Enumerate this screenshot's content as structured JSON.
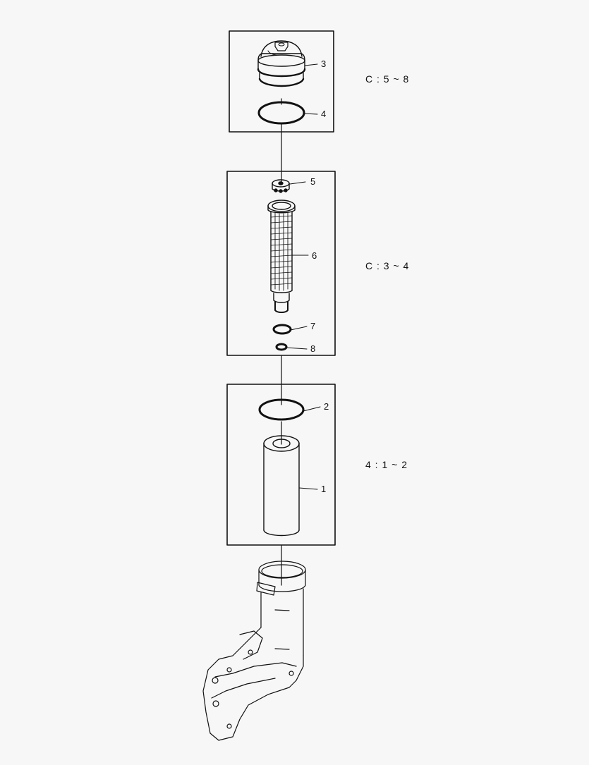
{
  "diagram": {
    "background": "#f7f7f7",
    "line_color": "#111111",
    "groups": [
      {
        "id": "group-cap",
        "label": "C : 5 ~ 8",
        "parts": [
          "3",
          "4"
        ]
      },
      {
        "id": "group-strainer",
        "label": "C : 3 ~ 4",
        "parts": [
          "5",
          "6",
          "7",
          "8"
        ]
      },
      {
        "id": "group-element",
        "label": "4 : 1 ~ 2",
        "parts": [
          "2",
          "1"
        ]
      }
    ],
    "callouts": [
      {
        "number": "3",
        "part": "filter cap"
      },
      {
        "number": "4",
        "part": "cap o-ring"
      },
      {
        "number": "5",
        "part": "nut / retainer"
      },
      {
        "number": "6",
        "part": "strainer screen"
      },
      {
        "number": "7",
        "part": "o-ring"
      },
      {
        "number": "8",
        "part": "small o-ring"
      },
      {
        "number": "2",
        "part": "element o-ring"
      },
      {
        "number": "1",
        "part": "filter element"
      }
    ],
    "base_part": "oil filter housing"
  }
}
